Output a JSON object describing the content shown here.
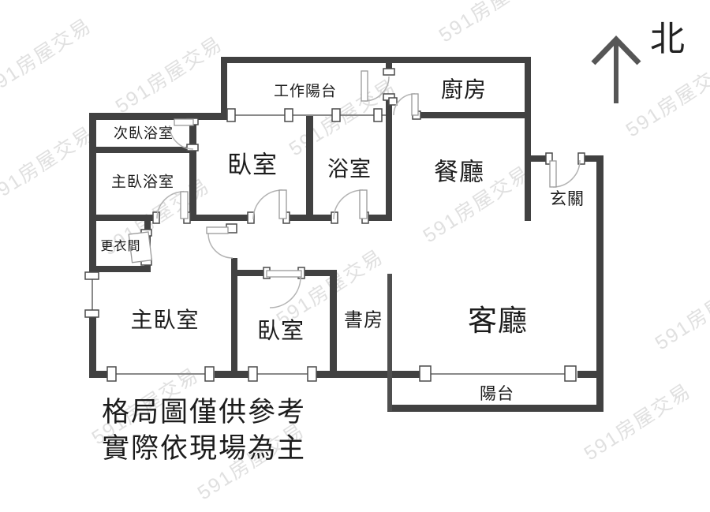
{
  "plan": {
    "rooms": {
      "work_balcony": "工作陽台",
      "kitchen": "廚房",
      "secondary_bathroom": "次臥浴室",
      "master_bathroom": "主臥浴室",
      "bedroom_top": "臥室",
      "bathroom": "浴室",
      "dining_room": "餐廳",
      "entryway": "玄關",
      "dressing_room": "更衣間",
      "master_bedroom": "主臥室",
      "bedroom_bottom": "臥室",
      "study": "書房",
      "living_room": "客廳",
      "balcony": "陽台"
    },
    "compass": {
      "label": "北"
    },
    "disclaimer": {
      "line1": "格局圖僅供參考",
      "line2": "實際依現場為主"
    },
    "watermark": {
      "text": "591房屋交易"
    }
  },
  "colors": {
    "wall": "#414141",
    "wall_medium": "#4f4f4f",
    "window_line": "#8a8a8a",
    "door_arc": "#b3b3b3",
    "ink": "#1c1c1c",
    "watermark": "#e0e0e0",
    "background": "#ffffff",
    "north_arrow": "#565656"
  }
}
